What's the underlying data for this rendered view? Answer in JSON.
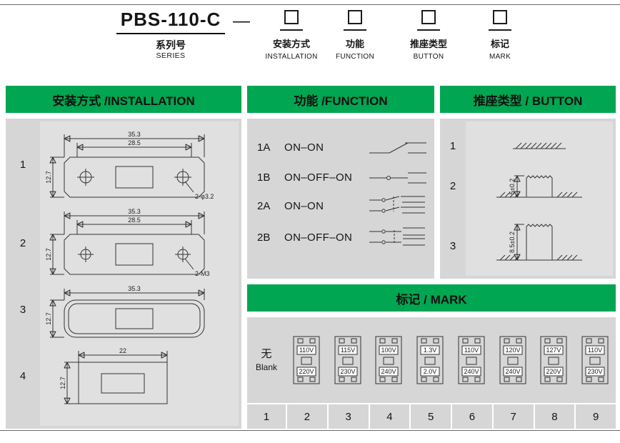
{
  "header": {
    "model": "PBS-110-C",
    "dash": "—",
    "series": {
      "cn": "系列号",
      "en": "SERIES"
    },
    "slots": [
      {
        "cn": "安装方式",
        "en": "INSTALLATION"
      },
      {
        "cn": "功能",
        "en": "FUNCTION"
      },
      {
        "cn": "推座类型",
        "en": "BUTTON"
      },
      {
        "cn": "标记",
        "en": "MARK"
      }
    ]
  },
  "installation": {
    "title": "安装方式 /INSTALLATION",
    "rows": [
      {
        "index": "1",
        "dim_outer": "35.3",
        "dim_inner": "28.5",
        "dim_height": "12.7",
        "note": "2-φ3.2"
      },
      {
        "index": "2",
        "dim_outer": "35.3",
        "dim_inner": "28.5",
        "dim_height": "12.7",
        "note": "2-M3"
      },
      {
        "index": "3",
        "dim_outer": "35.3",
        "dim_height": "12.7"
      },
      {
        "index": "4",
        "dim_outer": "22",
        "dim_height": "12.7"
      }
    ]
  },
  "function": {
    "title": "功能 /FUNCTION",
    "rows": [
      {
        "code": "1A",
        "label": "ON–ON"
      },
      {
        "code": "1B",
        "label": "ON–OFF–ON"
      },
      {
        "code": "2A",
        "label": "ON–ON"
      },
      {
        "code": "2B",
        "label": "ON–OFF–ON"
      }
    ]
  },
  "button": {
    "title": "推座类型 / BUTTON",
    "rows": [
      {
        "index": "1",
        "dim": ""
      },
      {
        "index": "2",
        "dim": "5±0.2"
      },
      {
        "index": "3",
        "dim": "8.5±0.2"
      }
    ]
  },
  "mark": {
    "title": "标记 / MARK",
    "blank": {
      "cn": "无",
      "en": "Blank"
    },
    "variants": [
      {
        "top": "110V",
        "bottom": "220V"
      },
      {
        "top": "115V",
        "bottom": "230V"
      },
      {
        "top": "100V",
        "bottom": "240V"
      },
      {
        "top": "1.3V",
        "bottom": "2.0V"
      },
      {
        "top": "110V",
        "bottom": "240V"
      },
      {
        "top": "120V",
        "bottom": "240V"
      },
      {
        "top": "127V",
        "bottom": "220V"
      },
      {
        "top": "110V",
        "bottom": "230V"
      }
    ],
    "codes": [
      "1",
      "2",
      "3",
      "4",
      "5",
      "6",
      "7",
      "8",
      "9"
    ]
  },
  "colors": {
    "green": "#00A651",
    "panel": "#d6d6d6",
    "panel_inner": "#e0e0e0"
  }
}
